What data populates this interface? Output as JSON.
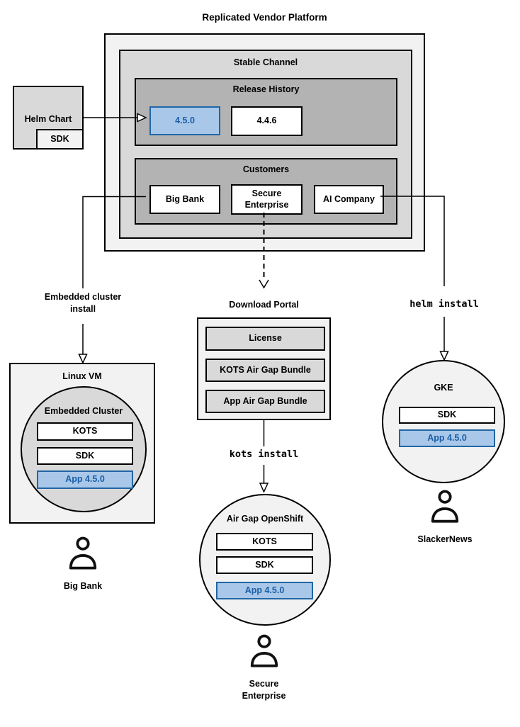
{
  "title": "Replicated Vendor Platform",
  "stable_channel": {
    "title": "Stable Channel",
    "release_history": {
      "title": "Release History",
      "releases": [
        {
          "version": "4.5.0",
          "highlighted": true
        },
        {
          "version": "4.4.6",
          "highlighted": false
        }
      ]
    },
    "customers": {
      "title": "Customers",
      "items": [
        {
          "name": "Big Bank"
        },
        {
          "name": "Secure\nEnterprise"
        },
        {
          "name": "AI Company"
        }
      ]
    }
  },
  "helm_chart": {
    "label": "Helm Chart",
    "sdk": "SDK"
  },
  "install_flows": {
    "embedded": "Embedded cluster\ninstall",
    "kots": "kots install",
    "helm": "helm install"
  },
  "download_portal": {
    "title": "Download Portal",
    "items": [
      "License",
      "KOTS Air Gap Bundle",
      "App Air Gap Bundle"
    ]
  },
  "linux_vm": {
    "title": "Linux VM",
    "embedded_cluster": {
      "title": "Embedded Cluster",
      "components": [
        "KOTS",
        "SDK"
      ],
      "app": "App 4.5.0"
    }
  },
  "air_gap_openshift": {
    "title": "Air Gap OpenShift",
    "components": [
      "KOTS",
      "SDK"
    ],
    "app": "App 4.5.0"
  },
  "gke": {
    "title": "GKE",
    "components": [
      "SDK"
    ],
    "app": "App 4.5.0"
  },
  "users": [
    {
      "name": "Big Bank"
    },
    {
      "name": "Secure\nEnterprise"
    },
    {
      "name": "SlackerNews"
    }
  ],
  "colors": {
    "light_gray": "#F2F2F2",
    "mid_gray": "#D9D9D9",
    "dark_gray": "#B3B3B3",
    "blue_fill": "#A9C7E8",
    "blue_border": "#2166A5",
    "blue_text": "#1A5FA8"
  }
}
